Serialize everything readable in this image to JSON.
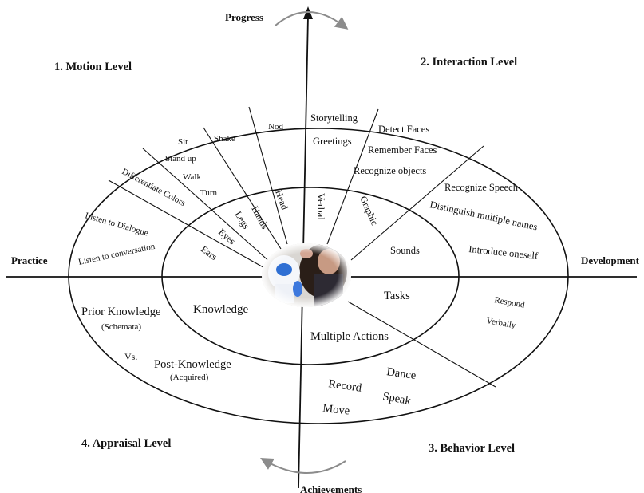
{
  "axes": {
    "top": "Progress",
    "bottom": "Achievements",
    "left": "Practice",
    "right": "Development"
  },
  "levels": {
    "motion": "1. Motion Level",
    "interaction": "2. Interaction Level",
    "behavior": "3. Behavior Level",
    "appraisal": "4. Appraisal Level"
  },
  "motion_outer": {
    "sit": "Sit",
    "stand_up": "Stand up",
    "walk": "Walk",
    "turn": "Turn",
    "shake": "Shake",
    "nod": "Nod",
    "differentiate_colors": "Differentiate Colors",
    "listen_to_dialogue": "Listen to Dialogue",
    "listen_to_conversation": "Listen to conversation"
  },
  "motion_inner": {
    "head": "Head",
    "hands": "Hands",
    "legs": "Legs",
    "eyes": "Eyes",
    "ears": "Ears"
  },
  "interaction_outer": {
    "storytelling": "Storytelling",
    "greetings": "Greetings",
    "detect_faces": "Detect Faces",
    "remember_faces": "Remember Faces",
    "recognize_objects": "Recognize objects",
    "recognize_speech": "Recognize Speech",
    "distinguish_names": "Distinguish multiple names",
    "introduce_oneself": "Introduce oneself"
  },
  "interaction_inner": {
    "verbal": "Verbal",
    "graphic": "Graphic",
    "sounds": "Sounds"
  },
  "behavior": {
    "tasks": "Tasks",
    "multiple_actions": "Multiple Actions",
    "respond": "Respond",
    "verbally": "Verbally",
    "dance": "Dance",
    "record": "Record",
    "speak": "Speak",
    "move": "Move"
  },
  "appraisal": {
    "knowledge": "Knowledge",
    "prior_knowledge": "Prior Knowledge",
    "schemata": "(Schemata)",
    "vs": "Vs.",
    "post_knowledge": "Post-Knowledge",
    "acquired": "(Acquired)"
  },
  "colors": {
    "ink": "#111111",
    "arrow_gray": "#8c8c8c"
  },
  "center_image": "robot-and-child-photo"
}
